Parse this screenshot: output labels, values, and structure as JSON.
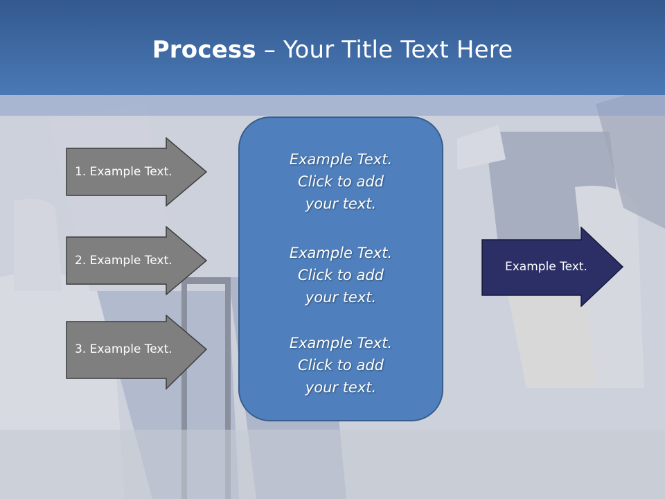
{
  "slide": {
    "title_bold": "Process",
    "title_rest": " – Your Title Text Here"
  },
  "left_steps": [
    {
      "label": "1. Example Text."
    },
    {
      "label": "2. Example Text."
    },
    {
      "label": "3. Example Text."
    }
  ],
  "center_box": {
    "paragraphs": [
      {
        "line1": "Example Text.",
        "line2": "Click  to add",
        "line3": "your text."
      },
      {
        "line1": "Example Text.",
        "line2": "Click  to add",
        "line3": "your text."
      },
      {
        "line1": "Example Text.",
        "line2": "Click  to add",
        "line3": "your text."
      }
    ]
  },
  "result_arrow": {
    "label": "Example Text."
  },
  "colors": {
    "header": "#4a79b6",
    "center_box": "#4f80bd",
    "step_arrow": "#7f7f7f",
    "result_arrow": "#2b2f66"
  }
}
